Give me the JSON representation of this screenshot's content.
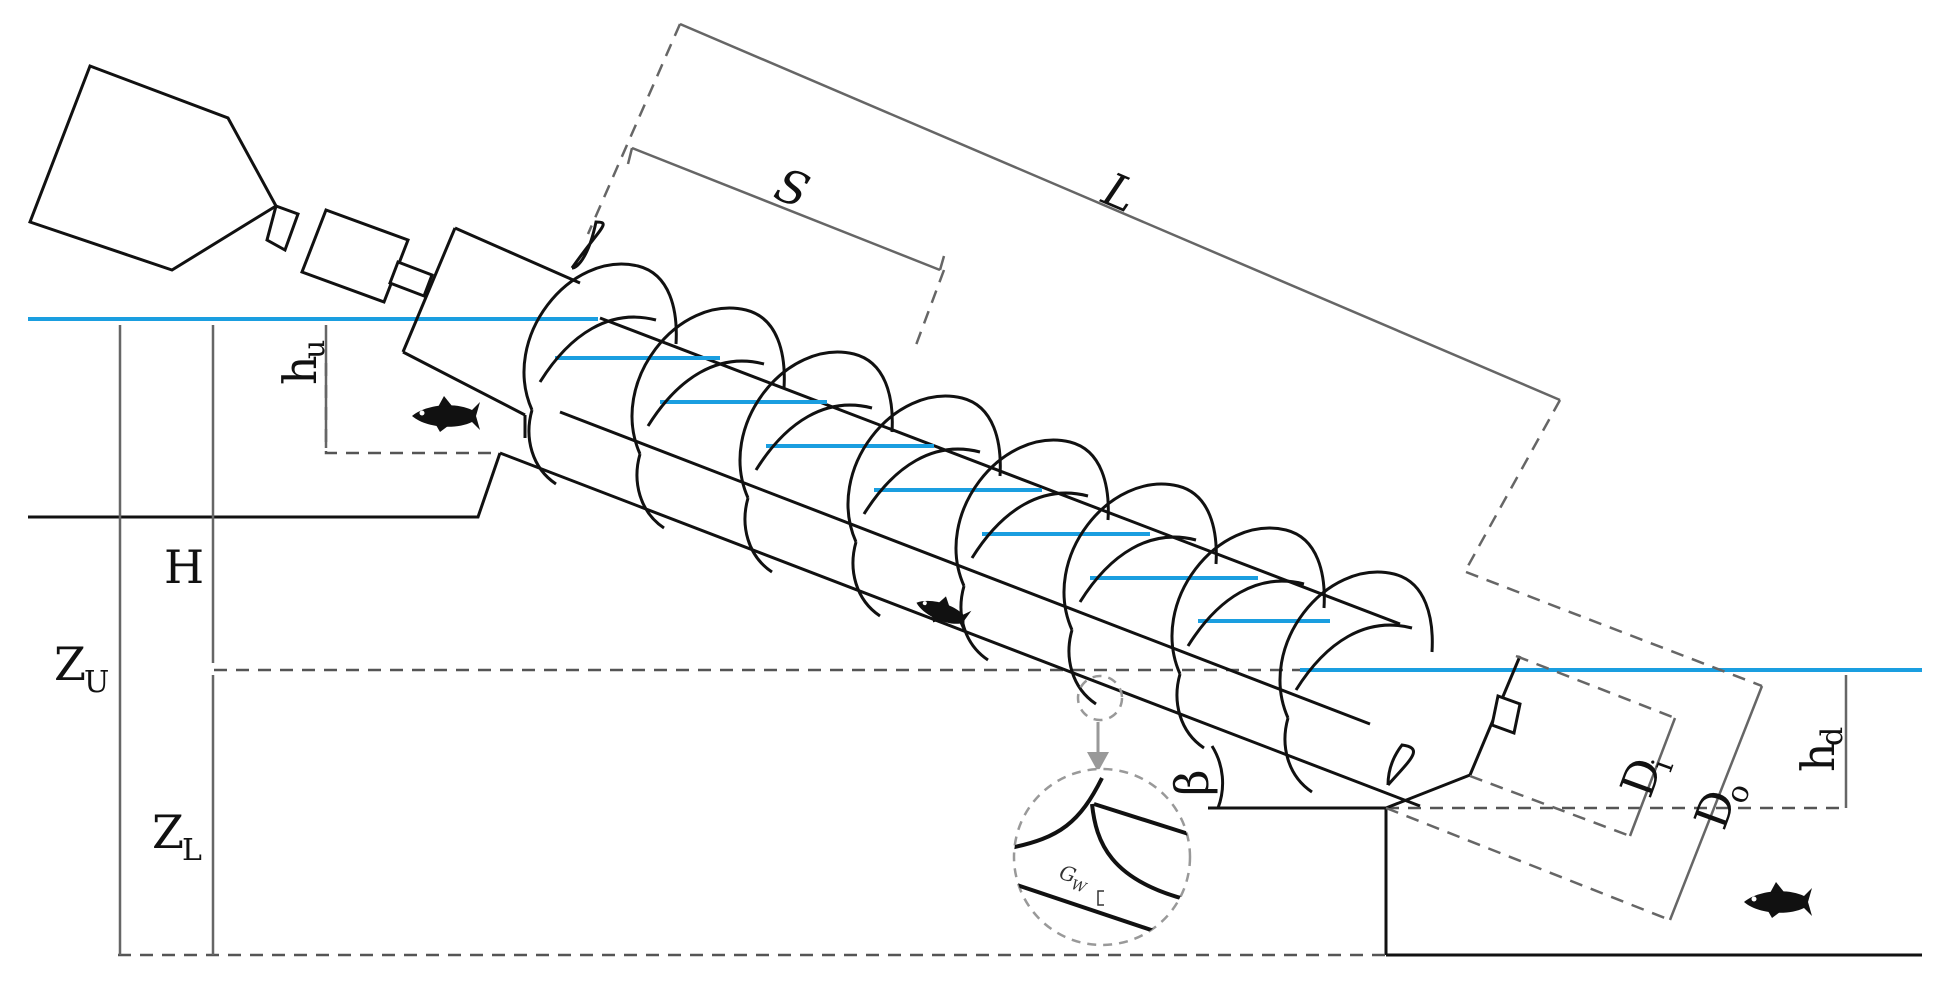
{
  "diagram": {
    "labels": {
      "S": "S",
      "L": "L",
      "hu_main": "h",
      "hu_sub": "u",
      "hd_main": "h",
      "hd_sub": "d",
      "H": "H",
      "ZU_main": "Z",
      "ZU_sub": "U",
      "ZL_main": "Z",
      "ZL_sub": "L",
      "beta": "β",
      "Di_main": "D",
      "Di_sub": "i",
      "Do_main": "D",
      "Do_sub": "o",
      "Gw_main": "G",
      "Gw_sub": "W"
    },
    "colors": {
      "water": "#1a9ee0",
      "line": "#111111",
      "dimension": "#666666",
      "background": "#ffffff"
    },
    "icons": [
      "fish-icon",
      "motor-icon",
      "gearbox-icon",
      "magnifier-circle-icon"
    ]
  }
}
